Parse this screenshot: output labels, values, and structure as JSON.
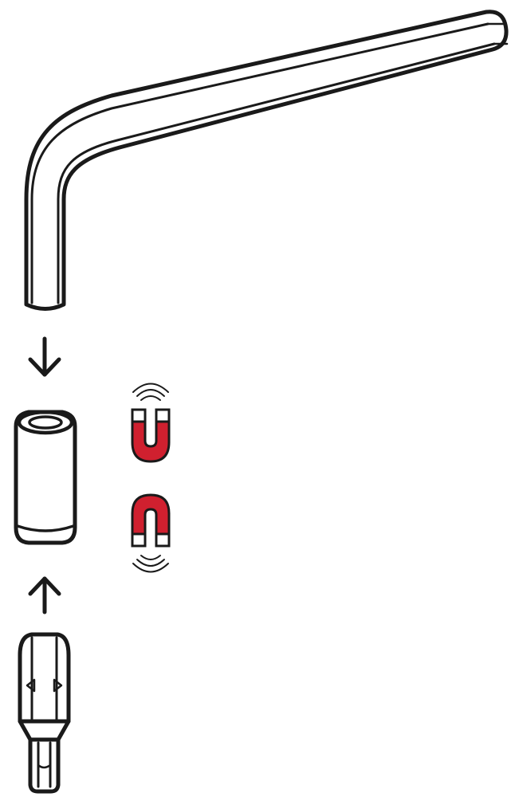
{
  "colors": {
    "background": "#ffffff",
    "outline": "#1a1a1a",
    "magnet_red": "#d0202f",
    "magnet_pole": "#ffffff"
  },
  "parts": [
    {
      "id": "hex-key",
      "icon": "allen-wrench-icon"
    },
    {
      "id": "magnetic-sleeve",
      "icon": "bit-holder-sleeve-icon"
    },
    {
      "id": "torx-bit",
      "icon": "torx-bit-icon"
    },
    {
      "id": "magnet-upper",
      "icon": "magnet-icon",
      "orientation": "opening-up"
    },
    {
      "id": "magnet-lower",
      "icon": "magnet-icon",
      "orientation": "opening-down"
    }
  ],
  "arrows": [
    {
      "id": "arrow-down",
      "icon": "arrow-down-icon"
    },
    {
      "id": "arrow-up",
      "icon": "arrow-up-icon"
    }
  ]
}
